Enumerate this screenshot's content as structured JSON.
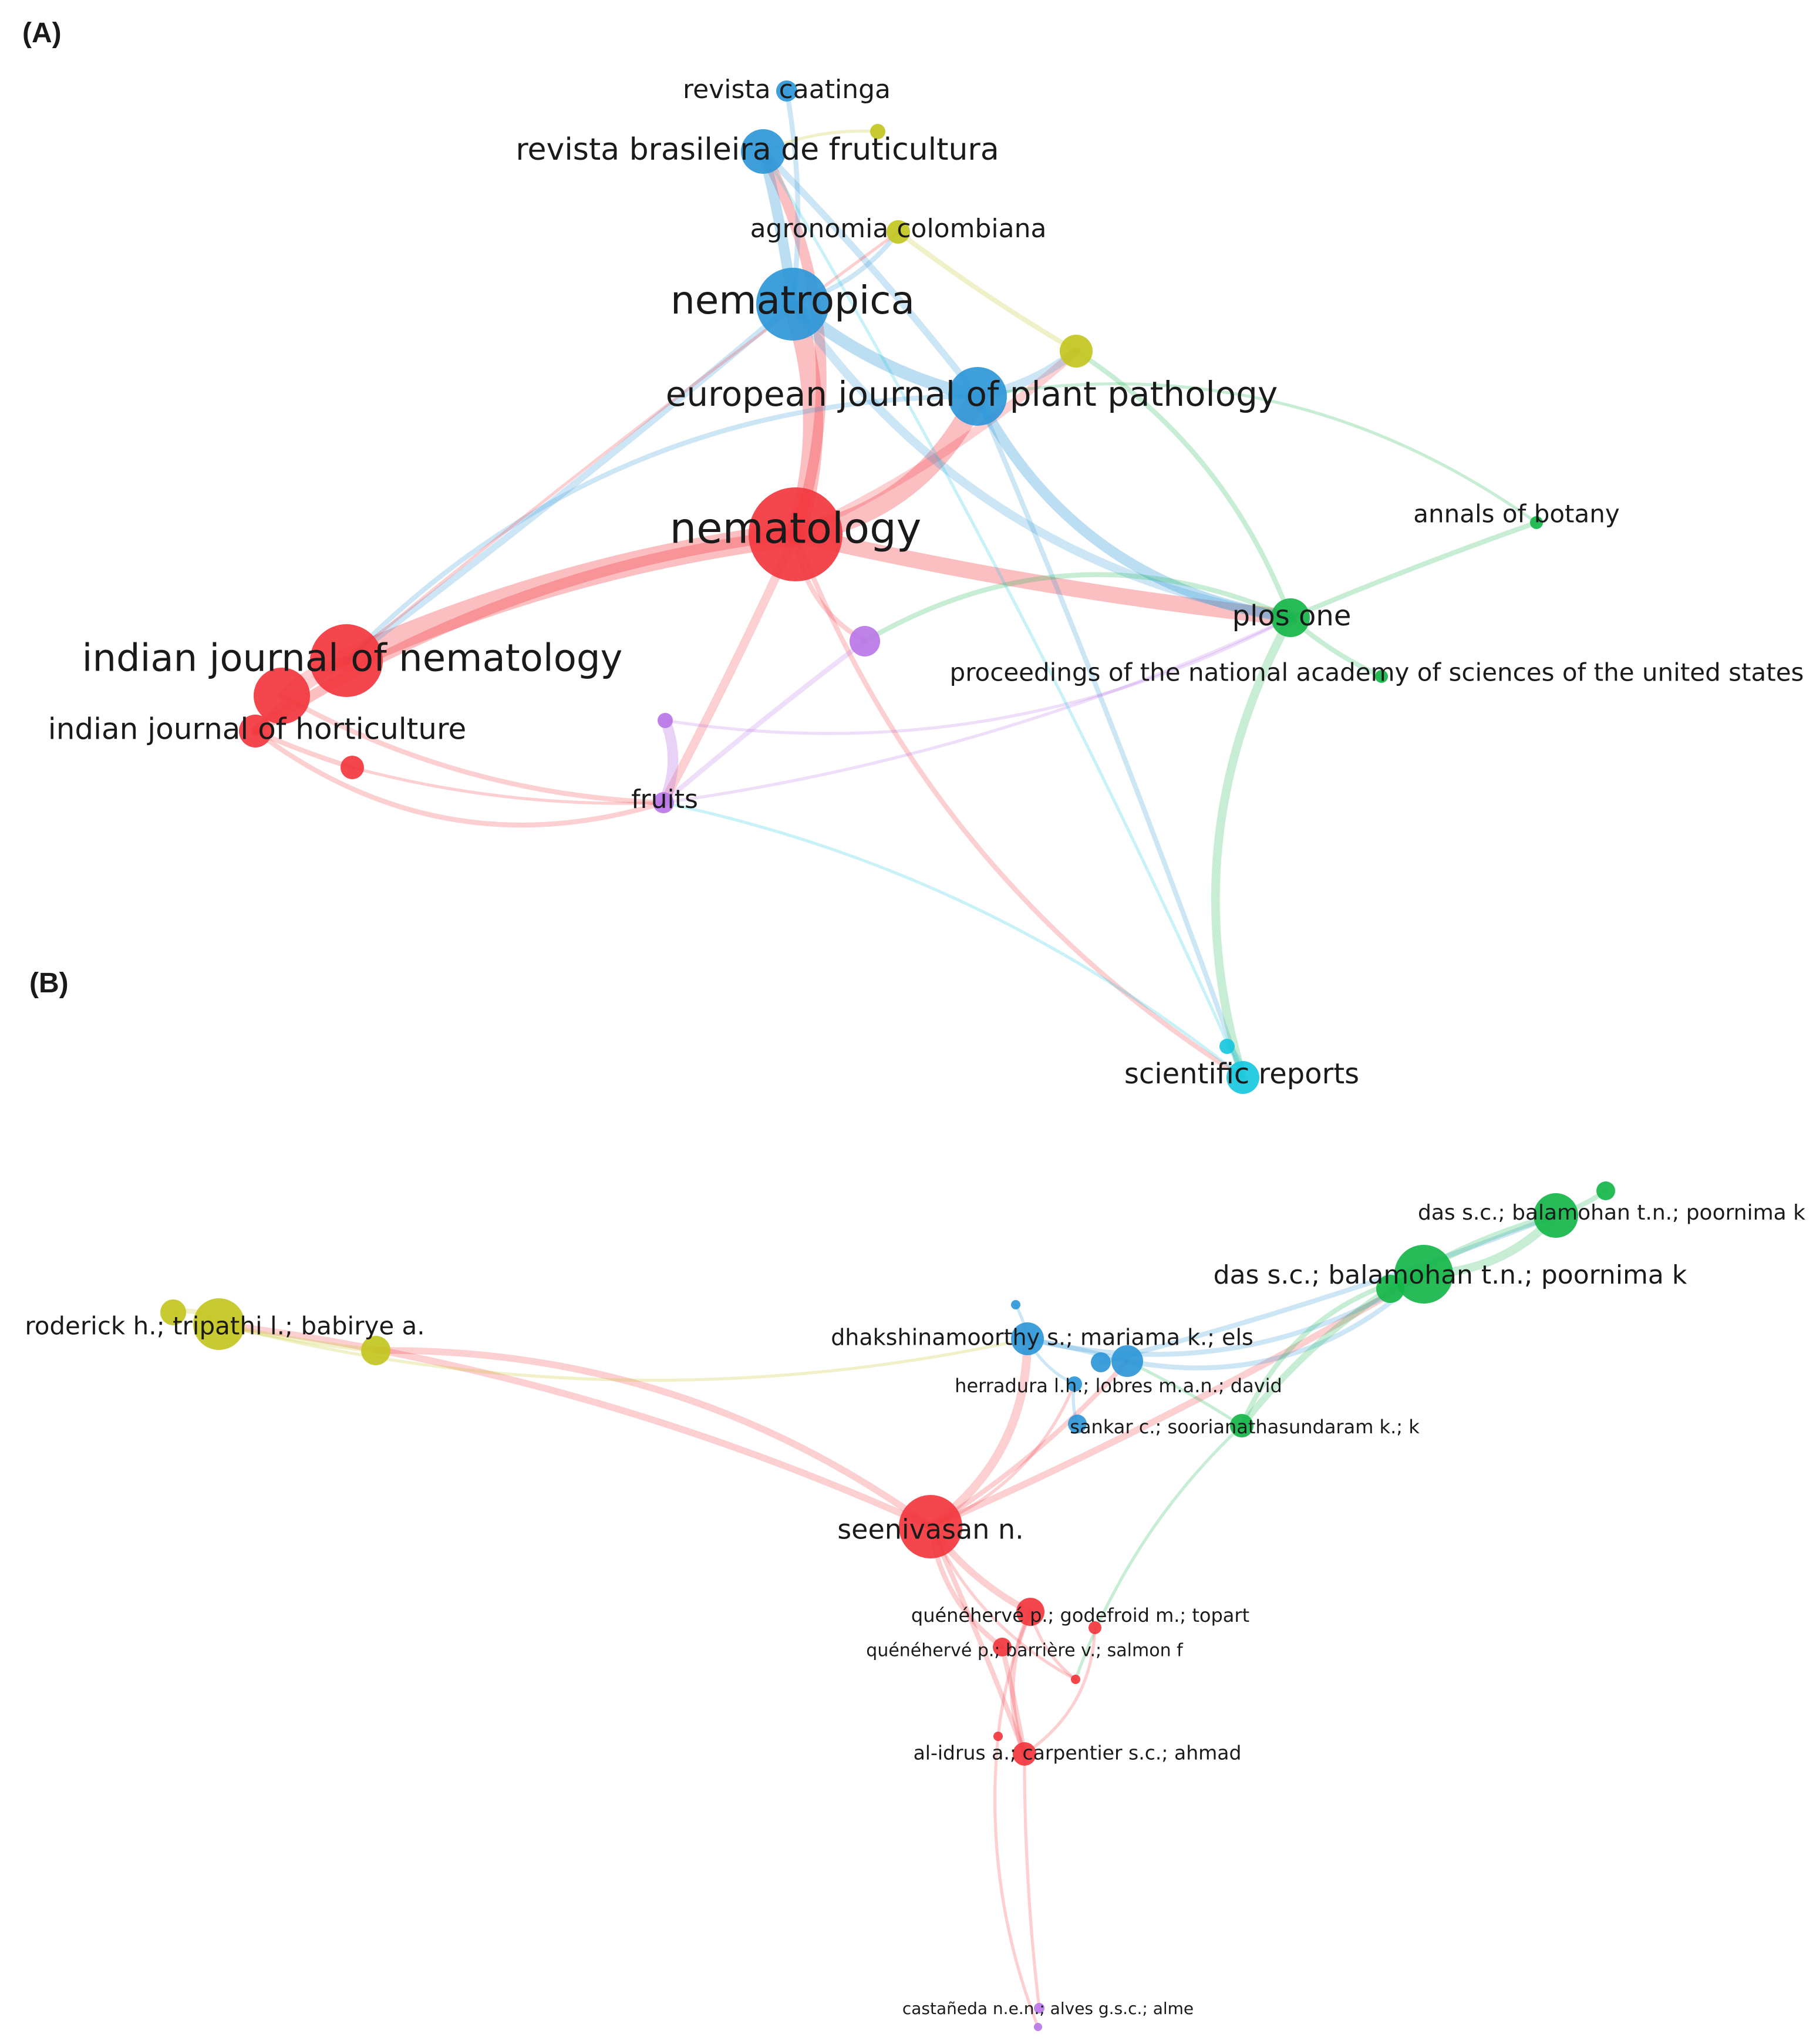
{
  "colors": {
    "red": "#f2373e",
    "blue": "#2e97d8",
    "yellow": "#c3c61f",
    "green": "#16b64a",
    "purple": "#b877e6",
    "cyan": "#18c8de"
  },
  "panels": [
    {
      "id": "A",
      "label": "(A)",
      "nodes": [
        {
          "id": "nematology",
          "label": "nematology",
          "cluster": "red",
          "weight": 10,
          "label_size": 72
        },
        {
          "id": "nematropica",
          "label": "nematropica",
          "cluster": "blue",
          "weight": 8,
          "label_size": 66
        },
        {
          "id": "ejpp",
          "label": "european journal of plant pathology",
          "cluster": "blue",
          "weight": 5,
          "label_size": 58
        },
        {
          "id": "ijn",
          "label": "indian journal of nematology",
          "cluster": "red",
          "weight": 6,
          "label_size": 64
        },
        {
          "id": "ijh",
          "label": "indian journal of horticulture",
          "cluster": "red",
          "weight": 2,
          "label_size": 50
        },
        {
          "id": "ijn_b",
          "label": "",
          "cluster": "red",
          "weight": 4
        },
        {
          "id": "red_small",
          "label": "",
          "cluster": "red",
          "weight": 2
        },
        {
          "id": "rbf",
          "label": "revista brasileira de fruticultura",
          "cluster": "blue",
          "weight": 4,
          "label_size": 52
        },
        {
          "id": "caatinga",
          "label": "revista caatinga",
          "cluster": "blue",
          "weight": 2,
          "label_size": 44
        },
        {
          "id": "agrocol",
          "label": "agronomia colombiana",
          "cluster": "yellow",
          "weight": 2,
          "label_size": 44
        },
        {
          "id": "yellow_top",
          "label": "",
          "cluster": "yellow",
          "weight": 1
        },
        {
          "id": "yellow_mid",
          "label": "",
          "cluster": "yellow",
          "weight": 3
        },
        {
          "id": "plosone",
          "label": "plos one",
          "cluster": "green",
          "weight": 4,
          "label_size": 48
        },
        {
          "id": "annals",
          "label": "annals of botany",
          "cluster": "green",
          "weight": 1,
          "label_size": 42
        },
        {
          "id": "pnas",
          "label": "proceedings of the national academy of sciences of the united states",
          "cluster": "green",
          "weight": 1,
          "label_size": 42
        },
        {
          "id": "purple_mid",
          "label": "",
          "cluster": "purple",
          "weight": 3
        },
        {
          "id": "purple_small",
          "label": "",
          "cluster": "purple",
          "weight": 1
        },
        {
          "id": "fruits",
          "label": "fruits",
          "cluster": "purple",
          "weight": 2,
          "label_size": 44
        },
        {
          "id": "sciencerep",
          "label": "scientific reports",
          "cluster": "cyan",
          "weight": 3,
          "label_size": 48
        },
        {
          "id": "cyan_small",
          "label": "",
          "cluster": "cyan",
          "weight": 1
        }
      ],
      "links": [
        {
          "s": "nematology",
          "t": "ijn",
          "w": 12
        },
        {
          "s": "nematology",
          "t": "nematropica",
          "w": 10
        },
        {
          "s": "nematology",
          "t": "ejpp",
          "w": 10
        },
        {
          "s": "nematology",
          "t": "plosone",
          "w": 8
        },
        {
          "s": "nematology",
          "t": "ijh",
          "w": 5
        },
        {
          "s": "nematology",
          "t": "rbf",
          "w": 5
        },
        {
          "s": "nematology",
          "t": "fruits",
          "w": 4
        },
        {
          "s": "nematology",
          "t": "yellow_mid",
          "w": 4
        },
        {
          "s": "nematology",
          "t": "sciencerep",
          "w": 2
        },
        {
          "s": "nematology",
          "t": "purple_mid",
          "w": 2
        },
        {
          "s": "nematropica",
          "t": "rbf",
          "w": 5
        },
        {
          "s": "nematropica",
          "t": "ejpp",
          "w": 6
        },
        {
          "s": "nematropica",
          "t": "plosone",
          "w": 4
        },
        {
          "s": "nematropica",
          "t": "ijn",
          "w": 3
        },
        {
          "s": "nematropica",
          "t": "caatinga",
          "w": 2
        },
        {
          "s": "nematropica",
          "t": "agrocol",
          "w": 2
        },
        {
          "s": "ejpp",
          "t": "plosone",
          "w": 5
        },
        {
          "s": "ejpp",
          "t": "rbf",
          "w": 3
        },
        {
          "s": "ejpp",
          "t": "yellow_mid",
          "w": 4
        },
        {
          "s": "ejpp",
          "t": "ijn",
          "w": 2
        },
        {
          "s": "ejpp",
          "t": "sciencerep",
          "w": 2
        },
        {
          "s": "ijn",
          "t": "ijh",
          "w": 4
        },
        {
          "s": "ijn",
          "t": "ijn_b",
          "w": 4
        },
        {
          "s": "ijh",
          "t": "fruits",
          "w": 2
        },
        {
          "s": "ijh",
          "t": "red_small",
          "w": 2
        },
        {
          "s": "ijn_b",
          "t": "fruits",
          "w": 2
        },
        {
          "s": "plosone",
          "t": "sciencerep",
          "w": 4
        },
        {
          "s": "plosone",
          "t": "annals",
          "w": 2
        },
        {
          "s": "plosone",
          "t": "pnas",
          "w": 2
        },
        {
          "s": "plosone",
          "t": "yellow_mid",
          "w": 2
        },
        {
          "s": "plosone",
          "t": "purple_mid",
          "w": 2
        },
        {
          "s": "agrocol",
          "t": "yellow_mid",
          "w": 2
        },
        {
          "s": "yellow_top",
          "t": "rbf",
          "w": 1
        },
        {
          "s": "fruits",
          "t": "purple_small",
          "w": 5
        },
        {
          "s": "fruits",
          "t": "purple_mid",
          "w": 2
        },
        {
          "s": "fruits",
          "t": "plosone",
          "w": 1
        },
        {
          "s": "purple_small",
          "t": "plosone",
          "w": 1
        },
        {
          "s": "sciencerep",
          "t": "cyan_small",
          "w": 2
        },
        {
          "s": "sciencerep",
          "t": "rbf",
          "w": 1
        },
        {
          "s": "sciencerep",
          "t": "fruits",
          "w": 1
        },
        {
          "s": "annals",
          "t": "ejpp",
          "w": 1
        },
        {
          "s": "ijn",
          "t": "agrocol",
          "w": 1
        },
        {
          "s": "red_small",
          "t": "fruits",
          "w": 1
        }
      ]
    },
    {
      "id": "B",
      "label": "(B)",
      "nodes": [
        {
          "id": "seeni",
          "label": "seenivasan n.",
          "cluster": "red",
          "weight": 6,
          "label_size": 46
        },
        {
          "id": "queA",
          "label": "quénéhervé p.; godefroid m.; topart",
          "cluster": "red",
          "weight": 2,
          "label_size": 32
        },
        {
          "id": "queB",
          "label": "quénéhervé p.; barrière v.; salmon f",
          "cluster": "red",
          "weight": 1,
          "label_size": 30
        },
        {
          "id": "alidrus",
          "label": "al-idrus a.; carpentier s.c.; ahmad",
          "cluster": "red",
          "weight": 2,
          "label_size": 33
        },
        {
          "id": "red_s1",
          "label": "",
          "cluster": "red",
          "weight": 1
        },
        {
          "id": "red_s2",
          "label": "",
          "cluster": "red",
          "weight": 1
        },
        {
          "id": "red_s3",
          "label": "",
          "cluster": "red",
          "weight": 1
        },
        {
          "id": "roderick",
          "label": "roderick h.; tripathi l.; babirye a.",
          "cluster": "yellow",
          "weight": 5,
          "label_size": 42
        },
        {
          "id": "yel_s1",
          "label": "",
          "cluster": "yellow",
          "weight": 2
        },
        {
          "id": "yel_s2",
          "label": "",
          "cluster": "yellow",
          "weight": 2
        },
        {
          "id": "dhak",
          "label": "dhakshinamoorthy s.; mariama k.; els",
          "cluster": "blue",
          "weight": 3,
          "label_size": 38
        },
        {
          "id": "herr",
          "label": "herradura l.h.; lobres m.a.n.; david",
          "cluster": "blue",
          "weight": 1,
          "label_size": 32
        },
        {
          "id": "blue_s1",
          "label": "",
          "cluster": "blue",
          "weight": 3
        },
        {
          "id": "blue_s2",
          "label": "",
          "cluster": "blue",
          "weight": 2
        },
        {
          "id": "blue_s3",
          "label": "",
          "cluster": "blue",
          "weight": 1
        },
        {
          "id": "blue_s4",
          "label": "",
          "cluster": "blue",
          "weight": 1
        },
        {
          "id": "das1",
          "label": "das s.c.; balamohan t.n.; poornima k",
          "cluster": "green",
          "weight": 6,
          "label_size": 44
        },
        {
          "id": "das2",
          "label": "das s.c.; balamohan t.n.; poornima k",
          "cluster": "green",
          "weight": 4,
          "label_size": 36
        },
        {
          "id": "sankar",
          "label": "sankar c.; soorianathasundaram k.; k",
          "cluster": "green",
          "weight": 2,
          "label_size": 32
        },
        {
          "id": "grn_s1",
          "label": "",
          "cluster": "green",
          "weight": 1
        },
        {
          "id": "grn_s2",
          "label": "",
          "cluster": "green",
          "weight": 2
        },
        {
          "id": "castaneda",
          "label": "castañeda n.e.n.; alves g.s.c.; alme",
          "cluster": "purple",
          "weight": 1,
          "label_size": 28
        },
        {
          "id": "pur_s1",
          "label": "",
          "cluster": "purple",
          "weight": 1
        }
      ],
      "links": [
        {
          "s": "seeni",
          "t": "roderick",
          "w": 3
        },
        {
          "s": "seeni",
          "t": "yel_s2",
          "w": 3
        },
        {
          "s": "seeni",
          "t": "dhak",
          "w": 4
        },
        {
          "s": "seeni",
          "t": "das1",
          "w": 3
        },
        {
          "s": "seeni",
          "t": "queA",
          "w": 3
        },
        {
          "s": "seeni",
          "t": "queB",
          "w": 2
        },
        {
          "s": "seeni",
          "t": "alidrus",
          "w": 2
        },
        {
          "s": "seeni",
          "t": "blue_s1",
          "w": 2
        },
        {
          "s": "seeni",
          "t": "red_s2",
          "w": 1
        },
        {
          "s": "roderick",
          "t": "yel_s1",
          "w": 2
        },
        {
          "s": "roderick",
          "t": "yel_s2",
          "w": 2
        },
        {
          "s": "roderick",
          "t": "dhak",
          "w": 1
        },
        {
          "s": "dhak",
          "t": "das1",
          "w": 2
        },
        {
          "s": "dhak",
          "t": "blue_s1",
          "w": 2
        },
        {
          "s": "dhak",
          "t": "blue_s3",
          "w": 1
        },
        {
          "s": "dhak",
          "t": "herr",
          "w": 1
        },
        {
          "s": "blue_s1",
          "t": "das1",
          "w": 2
        },
        {
          "s": "blue_s2",
          "t": "das2",
          "w": 2
        },
        {
          "s": "herr",
          "t": "blue_s4",
          "w": 1
        },
        {
          "s": "das1",
          "t": "das2",
          "w": 4
        },
        {
          "s": "das1",
          "t": "grn_s2",
          "w": 2
        },
        {
          "s": "das2",
          "t": "grn_s1",
          "w": 2
        },
        {
          "s": "das2",
          "t": "sankar",
          "w": 3
        },
        {
          "s": "das1",
          "t": "sankar",
          "w": 2
        },
        {
          "s": "sankar",
          "t": "blue_s1",
          "w": 1
        },
        {
          "s": "sankar",
          "t": "red_s2",
          "w": 1
        },
        {
          "s": "queA",
          "t": "alidrus",
          "w": 2
        },
        {
          "s": "queB",
          "t": "alidrus",
          "w": 2
        },
        {
          "s": "queA",
          "t": "red_s1",
          "w": 1
        },
        {
          "s": "queA",
          "t": "red_s2",
          "w": 1
        },
        {
          "s": "alidrus",
          "t": "red_s3",
          "w": 1
        },
        {
          "s": "alidrus",
          "t": "castaneda",
          "w": 1
        },
        {
          "s": "red_s1",
          "t": "pur_s1",
          "w": 1
        },
        {
          "s": "seeni",
          "t": "herr",
          "w": 1
        }
      ]
    }
  ]
}
